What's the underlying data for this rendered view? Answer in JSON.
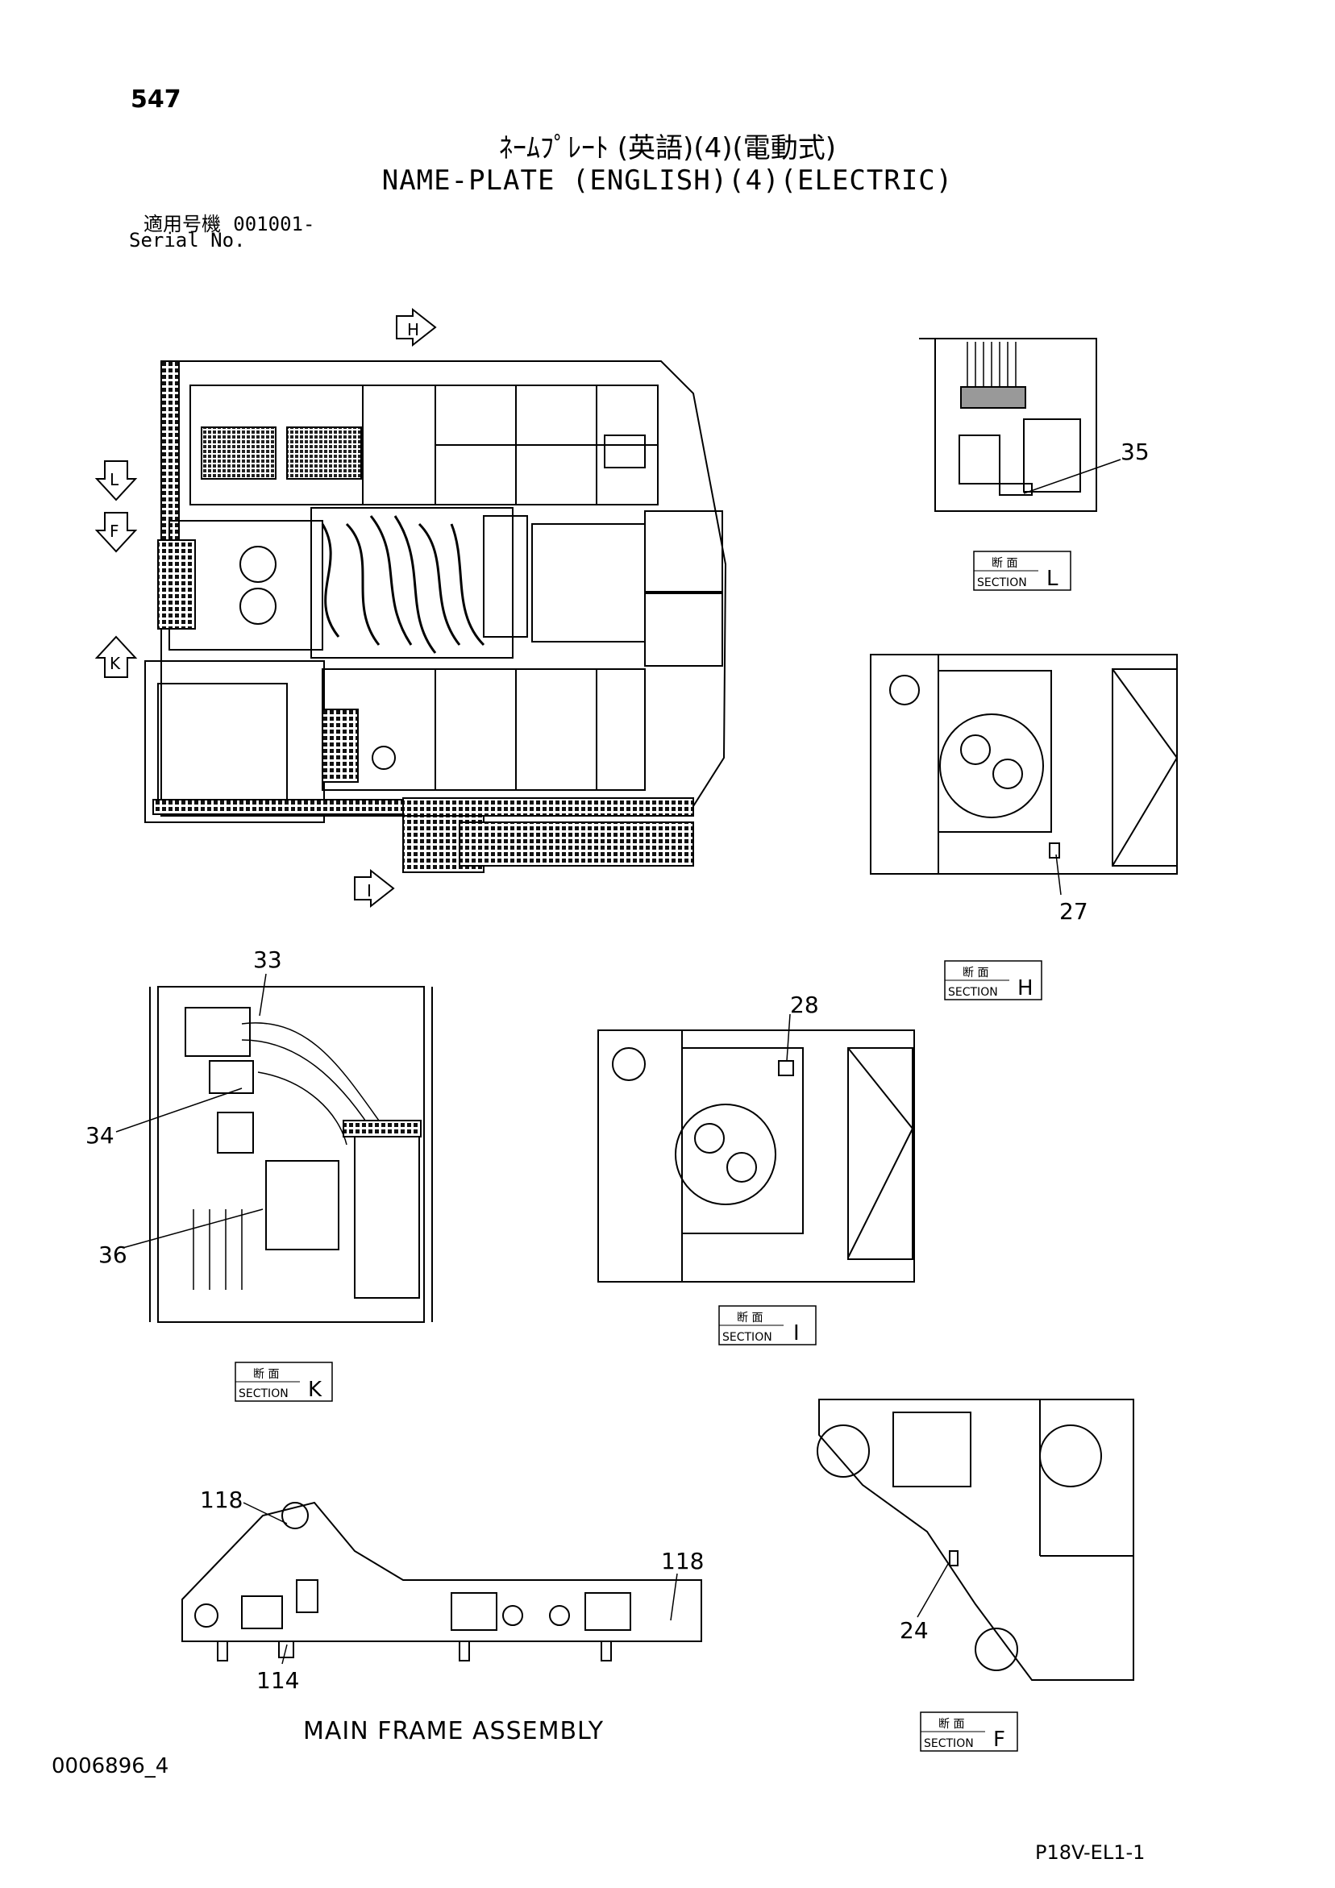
{
  "page_number": "547",
  "title": {
    "japanese": "ﾈｰﾑﾌﾟﾚｰﾄ (英語)(4)(電動式)",
    "english": "NAME-PLATE (ENGLISH)(4)(ELECTRIC)"
  },
  "serial": {
    "label_jp": "適用号機",
    "value": "001001-",
    "label_en": "Serial No."
  },
  "view_markers": {
    "H": "H",
    "L": "L",
    "F": "F",
    "K": "K",
    "I": "I"
  },
  "sections": {
    "L": {
      "jp": "断 面",
      "en": "SECTION",
      "letter": "L"
    },
    "H": {
      "jp": "断 面",
      "en": "SECTION",
      "letter": "H"
    },
    "I": {
      "jp": "断 面",
      "en": "SECTION",
      "letter": "I"
    },
    "K": {
      "jp": "断 面",
      "en": "SECTION",
      "letter": "K"
    },
    "F": {
      "jp": "断 面",
      "en": "SECTION",
      "letter": "F"
    }
  },
  "callouts": {
    "c35": "35",
    "c27": "27",
    "c28": "28",
    "c33": "33",
    "c34": "34",
    "c36": "36",
    "c118a": "118",
    "c118b": "118",
    "c114": "114",
    "c24": "24"
  },
  "main_frame_caption": "MAIN FRAME ASSEMBLY",
  "doc_code": "0006896_4",
  "sheet_code": "P18V-EL1-1"
}
